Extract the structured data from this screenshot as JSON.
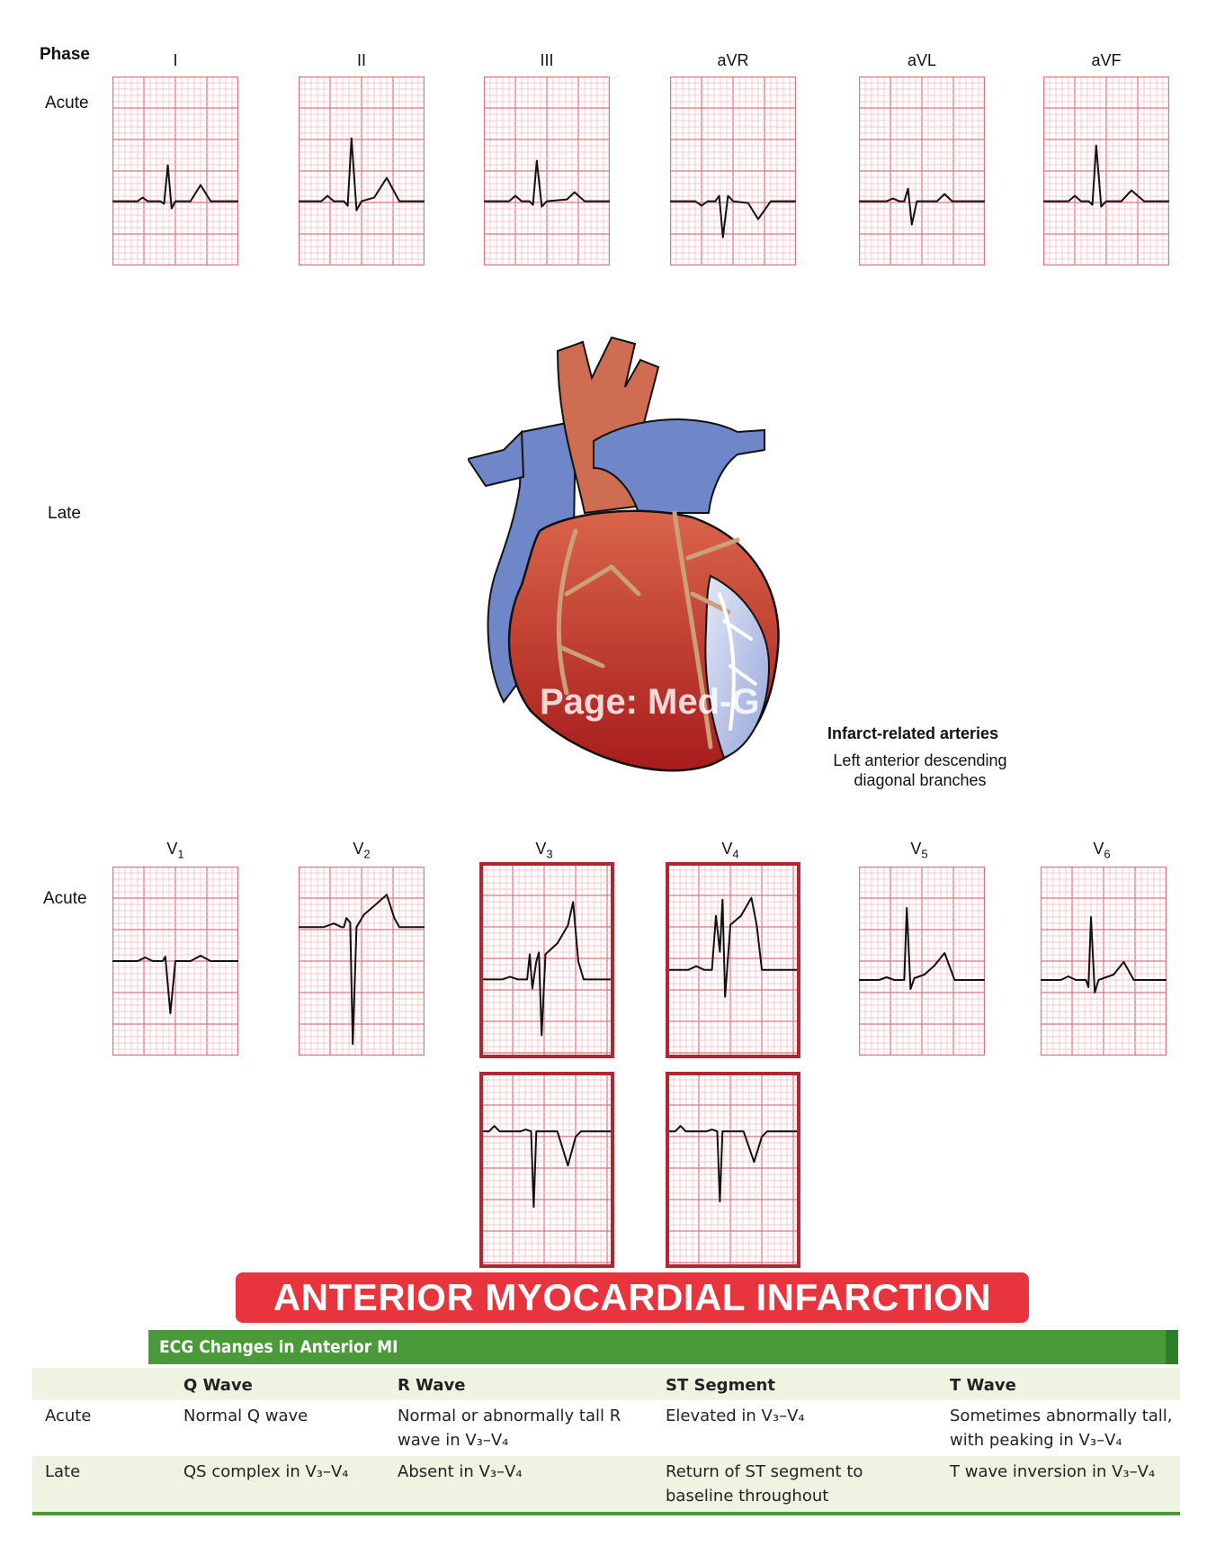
{
  "labels": {
    "phase": "Phase",
    "acute_top": "Acute",
    "late": "Late",
    "acute_bottom": "Acute"
  },
  "limb_leads": [
    "I",
    "II",
    "III",
    "aVR",
    "aVL",
    "aVF"
  ],
  "chest_leads": [
    {
      "base": "V",
      "sub": "1"
    },
    {
      "base": "V",
      "sub": "2"
    },
    {
      "base": "V",
      "sub": "3"
    },
    {
      "base": "V",
      "sub": "4"
    },
    {
      "base": "V",
      "sub": "5"
    },
    {
      "base": "V",
      "sub": "6"
    }
  ],
  "watermark": "Page: Med-G",
  "annotation": {
    "title": "Infarct-related arteries",
    "line1": "Left anterior descending",
    "line2": "diagonal branches"
  },
  "banner": "ANTERIOR MYOCARDIAL INFARCTION",
  "colors": {
    "grid_minor": "#f3b9bf",
    "grid_major": "#e0737d",
    "highlight": "#b3262e",
    "banner": "#e8353d",
    "table_header": "#4a9a3a",
    "vein": "#6f86c9",
    "ventricle": "#c0302a"
  },
  "table": {
    "title": "ECG Changes in Anterior MI",
    "columns": [
      "Q Wave",
      "R Wave",
      "ST Segment",
      "T Wave"
    ],
    "rows": [
      {
        "phase": "Acute",
        "q": "Normal Q wave",
        "r": "Normal or abnormally tall R wave in V₃–V₄",
        "st": "Elevated in V₃–V₄",
        "t": "Sometimes abnormally tall, with peaking in V₃–V₄"
      },
      {
        "phase": "Late",
        "q": "QS complex in V₃–V₄",
        "r": "Absent in V₃–V₄",
        "st": "Return of ST segment to baseline throughout",
        "t": "T wave inversion in V₃–V₄"
      }
    ]
  }
}
